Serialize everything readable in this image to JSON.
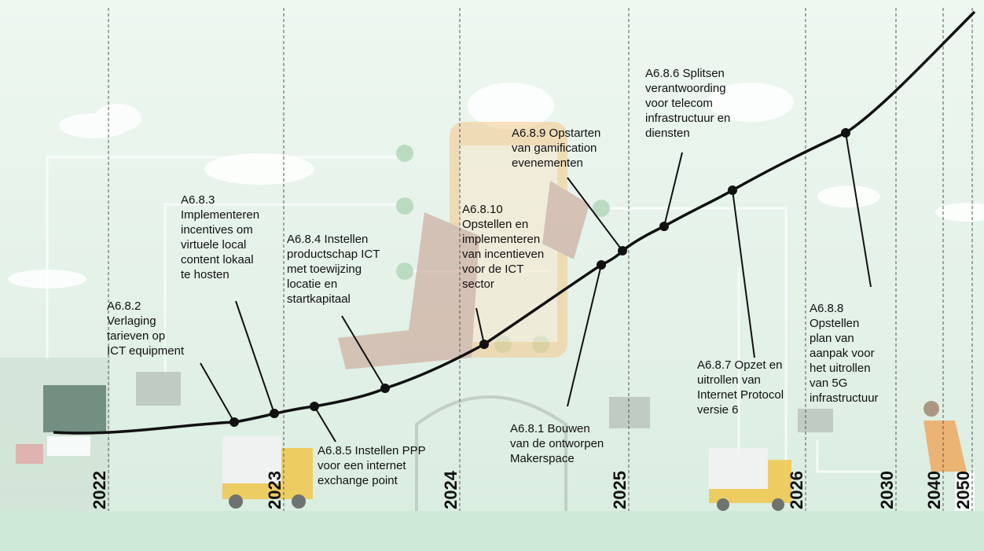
{
  "years": [
    "2022",
    "2023",
    "2024",
    "2025",
    "2026",
    "2030",
    "2040",
    "2050"
  ],
  "milestones": [
    {
      "id": "A6.8.2",
      "text": [
        "A6.8.2",
        "Verlaging",
        "tarieven op",
        "ICT equipment"
      ]
    },
    {
      "id": "A6.8.3",
      "text": [
        "A6.8.3",
        "Implementeren",
        "incentives om",
        "virtuele local",
        "content lokaal",
        "te hosten"
      ]
    },
    {
      "id": "A6.8.5",
      "text": [
        "A6.8.5 Instellen PPP",
        "voor een internet",
        "exchange point"
      ]
    },
    {
      "id": "A6.8.4",
      "text": [
        "A6.8.4 Instellen",
        "productschap ICT",
        "met toewijzing",
        "locatie en",
        "startkapitaal"
      ]
    },
    {
      "id": "A6.8.10",
      "text": [
        "A6.8.10",
        "Opstellen en",
        "implementeren",
        "van incentieven",
        "voor de ICT",
        "sector"
      ]
    },
    {
      "id": "A6.8.1",
      "text": [
        "A6.8.1 Bouwen",
        "van de ontworpen",
        "Makerspace"
      ]
    },
    {
      "id": "A6.8.9",
      "text": [
        "A6.8.9 Opstarten",
        "van gamification",
        "evenementen"
      ]
    },
    {
      "id": "A6.8.6",
      "text": [
        "A6.8.6 Splitsen",
        "verantwoording",
        "voor telecom",
        "infrastructuur en",
        "diensten"
      ]
    },
    {
      "id": "A6.8.7",
      "text": [
        "A6.8.7 Opzet en",
        "uitrollen van",
        "Internet Protocol",
        "versie 6"
      ]
    },
    {
      "id": "A6.8.8",
      "text": [
        "A6.8.8",
        "Opstellen",
        "plan van",
        "aanpak voor",
        "het uitrollen",
        "van 5G",
        "infrastructuur"
      ]
    }
  ],
  "colors": {
    "line": "#111111",
    "dot": "#111111",
    "divider": "#555555"
  }
}
